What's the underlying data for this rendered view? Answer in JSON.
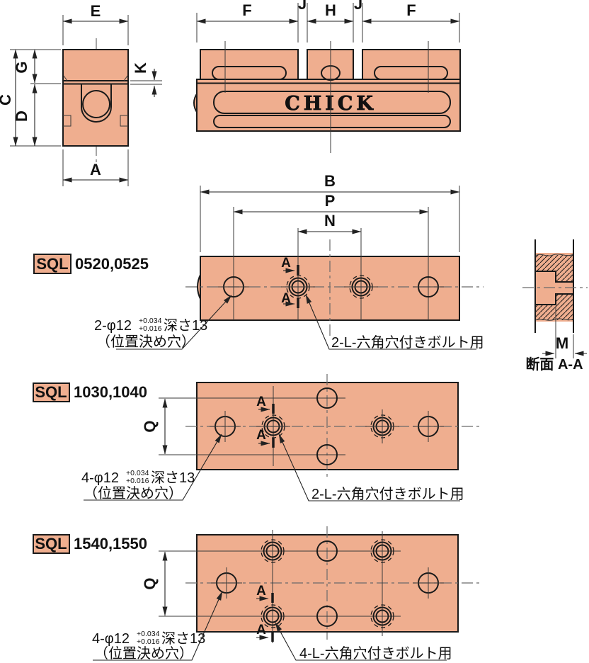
{
  "drawing": {
    "brand_logo": "CHICK",
    "colors": {
      "body": "#EFAE8F",
      "line": "#1a1a1a",
      "centerline": "#6a6a6a"
    },
    "dimension_labels": {
      "E": "E",
      "F": "F",
      "J": "J",
      "H": "H",
      "C": "C",
      "D": "D",
      "G": "G",
      "K": "K",
      "A": "A",
      "B": "B",
      "P": "P",
      "N": "N",
      "M": "M",
      "Q": "Q"
    },
    "section": {
      "title": "断面 A-A",
      "marker": "A"
    },
    "models": [
      {
        "series": "SQL",
        "codes": "0520,0525"
      },
      {
        "series": "SQL",
        "codes": "1030,1040"
      },
      {
        "series": "SQL",
        "codes": "1540,1550"
      }
    ],
    "notes": {
      "positioning_2": {
        "prefix": "2-φ12",
        "tol_upper": "+0.034",
        "tol_lower": "+0.016",
        "suffix": "深さ13",
        "name": "（位置決め穴）"
      },
      "positioning_4": {
        "prefix": "4-φ12",
        "tol_upper": "+0.034",
        "tol_lower": "+0.016",
        "suffix": "深さ13",
        "name": "（位置決め穴）"
      },
      "bolt_2": "2-L-六角穴付きボルト用",
      "bolt_4": "4-L-六角穴付きボルト用"
    }
  }
}
